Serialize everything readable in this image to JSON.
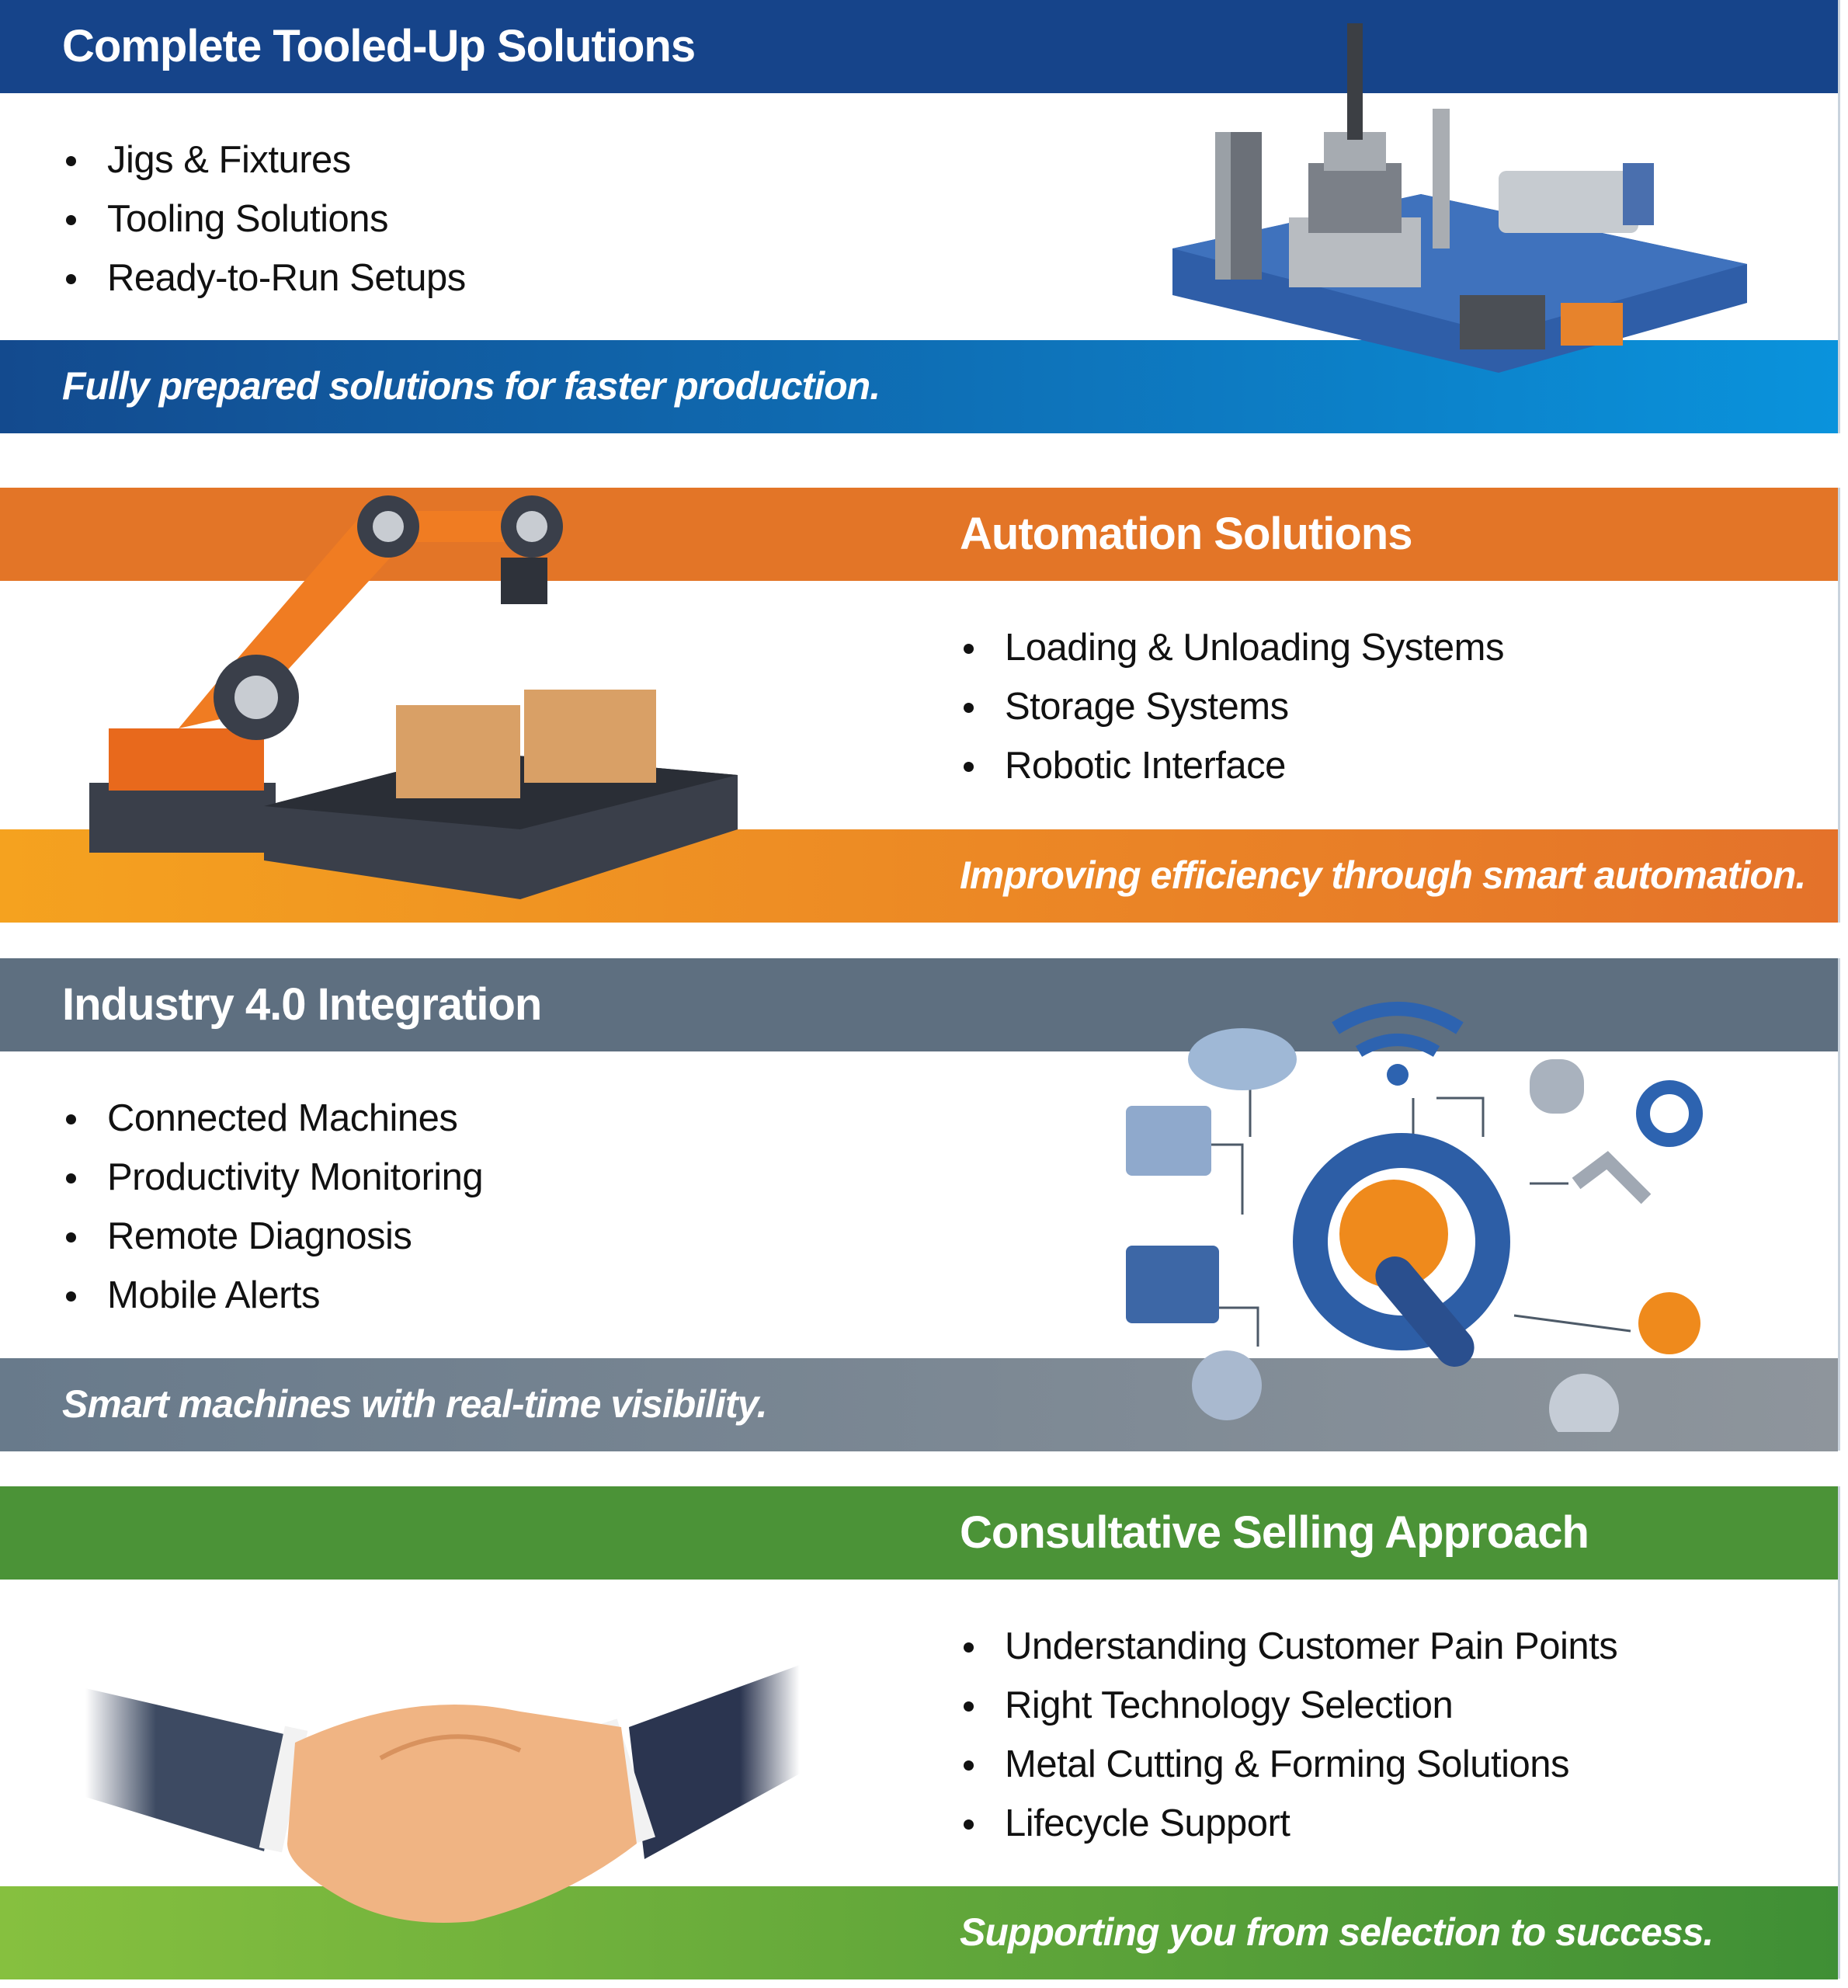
{
  "sections": [
    {
      "title": "Complete Tooled-Up Solutions",
      "items": [
        "Jigs & Fixtures",
        "Tooling Solutions",
        "Ready-to-Run Setups"
      ],
      "tagline": "Fully prepared solutions for faster production.",
      "color": "#16448a",
      "footer_gradient": [
        "#134a8e",
        "#0a93dc"
      ],
      "illustration": "machining-fixture-icon"
    },
    {
      "title": "Automation Solutions",
      "items": [
        "Loading & Unloading Systems",
        "Storage Systems",
        "Robotic Interface"
      ],
      "tagline": "Improving efficiency through smart automation.",
      "color": "#e37527",
      "footer_gradient": [
        "#f5a21f",
        "#e4722a"
      ],
      "illustration": "robot-arm-icon"
    },
    {
      "title": "Industry 4.0 Integration",
      "items": [
        "Connected Machines",
        "Productivity Monitoring",
        "Remote Diagnosis",
        "Mobile Alerts"
      ],
      "tagline": "Smart machines with real-time visibility.",
      "color": "#5e6f80",
      "footer_gradient": [
        "#687a8b",
        "#8e959c"
      ],
      "illustration": "gear-network-icon"
    },
    {
      "title": "Consultative Selling Approach",
      "items": [
        "Understanding Customer Pain Points",
        "Right Technology Selection",
        "Metal Cutting & Forming Solutions",
        "Lifecycle Support"
      ],
      "tagline": "Supporting you from selection to success.",
      "color": "#4b9337",
      "footer_gradient": [
        "#86c03f",
        "#3f8f35"
      ],
      "illustration": "handshake-icon"
    }
  ]
}
